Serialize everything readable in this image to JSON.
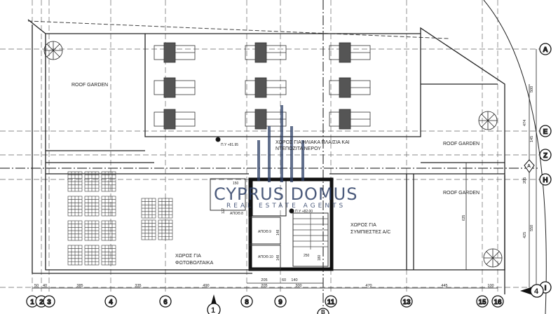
{
  "labels": {
    "roof_garden_left": "ROOF GARDEN",
    "roof_garden_right_top": "ROOF GARDEN",
    "roof_garden_right_bottom": "ROOF GARDEN",
    "solar_space_line1": "ΧΩΡΟΣ ΓΙΑ ΗΛΙΑΚΑ ΠΛΑΙΣΙΑ ΚΑΙ",
    "solar_space_line2": "ΝΤΕΠΟΖΙΤΑ ΝΕΡΟΥ",
    "level_1": "Π.Υ +81.95",
    "level_2": "Π.Υ +82.00",
    "ac_space_line1": "ΧΩΡΟΣ ΓΙΑ",
    "ac_space_line2": "ΣΥΜΠΙΕΣΤΕΣ Α/C",
    "pv_space_line1": "ΧΩΡΟΣ ΓΙΑ",
    "pv_space_line2": "ΦΩΤΟΒΟΛΤΑΙΚΑ",
    "storage_8": "ΑΠΟΘ.8",
    "storage_9": "ΑΠΟΘ.9",
    "storage_10": "ΑΠΟΘ.10",
    "dim_150": "150",
    "dim_127": "127",
    "dim_148a": "148",
    "dim_148b": "148",
    "dim_250": "250",
    "dim_180": "180",
    "dim_635": "635"
  },
  "bottom_dims_row1": [
    "50",
    "40",
    "385",
    "335",
    "490",
    "205",
    "60",
    "140",
    "470",
    "445",
    "100"
  ],
  "bottom_dims_row2": [
    "205",
    "300"
  ],
  "grid_columns": [
    "1",
    "2",
    "3",
    "4",
    "6",
    "8",
    "9",
    "11",
    "13",
    "15",
    "16"
  ],
  "grid_rows": [
    "A",
    "E",
    "Z",
    "H",
    "I"
  ],
  "right_dims": [
    "500",
    "474",
    "145",
    "205",
    "550",
    "425"
  ],
  "section_markers": [
    "1",
    "4",
    "A",
    "B"
  ],
  "watermark": {
    "line1": "CYPRUS DOMUS",
    "line2": "REAL ESTATE AGENTS",
    "color": "#2d3f66"
  }
}
